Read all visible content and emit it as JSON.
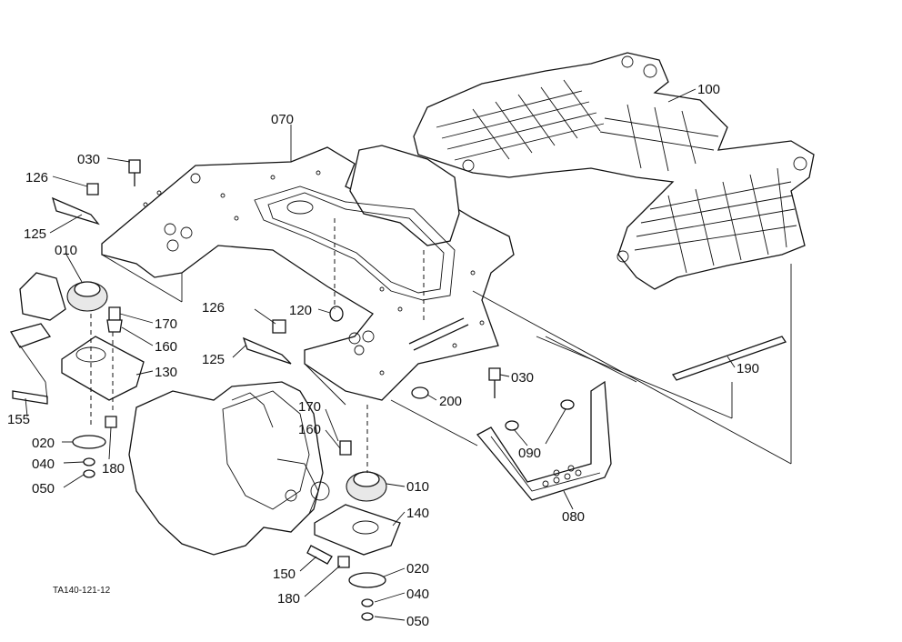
{
  "diagram_code": "TA140-121-12",
  "labels": {
    "p070": "070",
    "p100": "100",
    "p030a": "030",
    "p126a": "126",
    "p125a": "125",
    "p010a": "010",
    "p170a": "170",
    "p160a": "160",
    "p130": "130",
    "p155": "155",
    "p020a": "020",
    "p040a": "040",
    "p050a": "050",
    "p180a": "180",
    "p120": "120",
    "p126b": "126",
    "p125b": "125",
    "p200": "200",
    "p030b": "030",
    "p190": "190",
    "p170b": "170",
    "p160b": "160",
    "p010b": "010",
    "p140": "140",
    "p090": "090",
    "p080": "080",
    "p150": "150",
    "p180b": "180",
    "p020b": "020",
    "p040b": "040",
    "p050b": "050"
  }
}
